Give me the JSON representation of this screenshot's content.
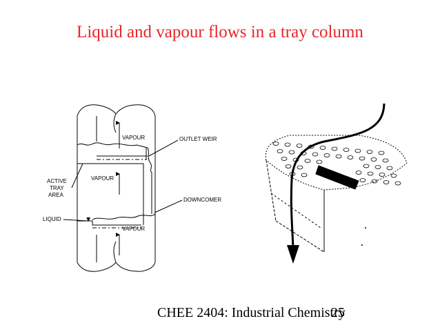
{
  "slide": {
    "title": "Liquid and vapour flows in a tray column",
    "footer": "CHEE 2404: Industrial Chemistry",
    "page_number": "25"
  },
  "colors": {
    "title": "#e8262a",
    "ink": "#000000",
    "background": "#ffffff"
  },
  "diagram_labels": {
    "vapour_top": "VAPOUR",
    "vapour_mid": "VAPOUR",
    "vapour_bottom": "VAPOUR",
    "outlet_weir": "OUTLET WEIR",
    "active_tray_area_1": "ACTIVE",
    "active_tray_area_2": "TRAY",
    "active_tray_area_3": "AREA",
    "downcomer": "DOWNCOMER",
    "liquid": "LIQUID"
  }
}
